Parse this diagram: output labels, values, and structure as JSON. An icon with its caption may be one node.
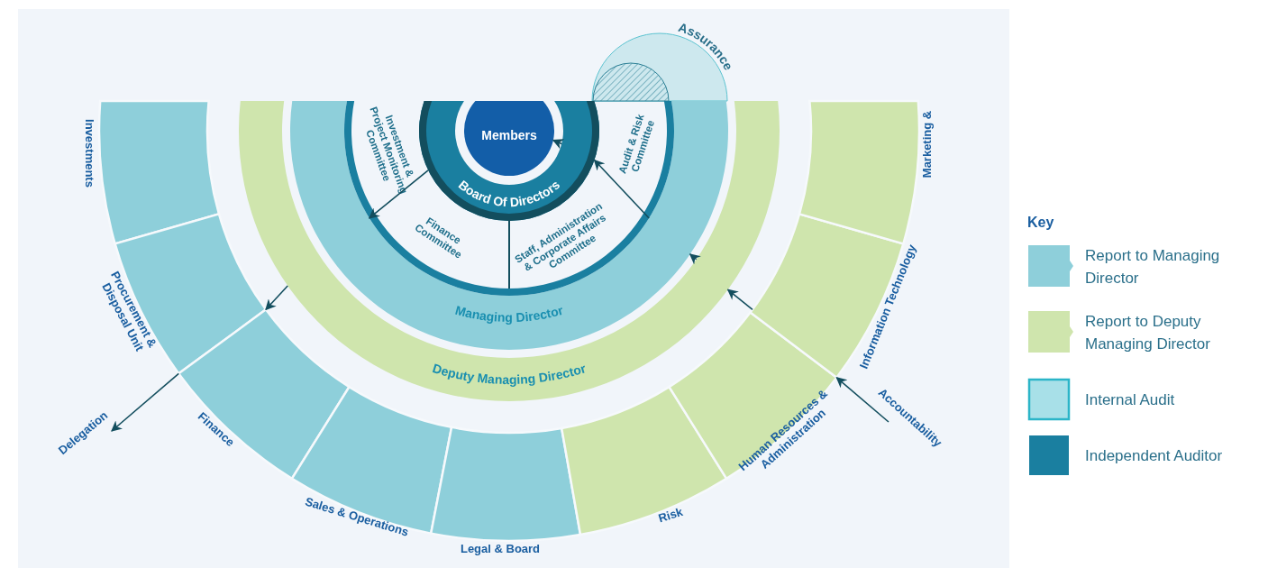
{
  "diagram": {
    "nodes": [
      {
        "text": [
          "Members"
        ]
      },
      {
        "text": [
          "Board Of Directors"
        ]
      },
      {
        "text": [
          "Investment & Project Monitoring Committee"
        ]
      },
      {
        "text": [
          "Finance Committee"
        ]
      },
      {
        "text": [
          "Staff, Administration & Corporate Affairs Committee"
        ]
      },
      {
        "text": [
          "Audit & Risk Committee"
        ]
      },
      {
        "text": [
          "Assurance"
        ]
      },
      {
        "text": [],
        "shape": "semicircle",
        "in": 6
      },
      {
        "text": [
          "Managing Director"
        ]
      },
      {
        "text": [
          "Deputy Managing Director"
        ]
      },
      {
        "text": [
          "Investments"
        ]
      },
      {
        "text": [
          "Procurement & Disposal Unit"
        ]
      },
      {
        "text": [
          "Finance"
        ]
      },
      {
        "text": [
          "Sales & Operations"
        ]
      },
      {
        "text": [
          "Legal & Board"
        ]
      },
      {
        "text": [
          "Risk"
        ]
      },
      {
        "text": [
          "Human Resources & Administration"
        ]
      },
      {
        "text": [
          "Information Technology"
        ]
      },
      {
        "text": [
          "Marketing &"
        ]
      },
      {
        "text": [
          "Delegation"
        ]
      },
      {
        "text": [
          "Accountability"
        ]
      }
    ],
    "edges": [
      {
        "from": 1,
        "to": 0,
        "arrow": "to"
      },
      {
        "from": 1,
        "to": 8,
        "arrow": "to"
      },
      {
        "from": 8,
        "to": 1,
        "arrow": "to"
      },
      {
        "from": 9,
        "to": 8,
        "arrow": "to"
      },
      {
        "from": 9,
        "to": 11,
        "arrow": "to"
      },
      {
        "from": 11,
        "to": 19,
        "arrow": "to"
      },
      {
        "from": 20,
        "to": 17,
        "arrow": "to"
      },
      {
        "from": 17,
        "to": 9,
        "arrow": "to"
      }
    ],
    "labels": [
      "Key"
    ],
    "legend": [
      {
        "text": "Report to Managing Director",
        "color": "#8ecfda"
      },
      {
        "text": "Report to Deputy Managing Director",
        "color": "#cfe5ad"
      },
      {
        "text": "Internal Audit",
        "color": "#a8e0e8"
      },
      {
        "text": "Independent Auditor",
        "color": "#1a7fa0"
      }
    ]
  }
}
